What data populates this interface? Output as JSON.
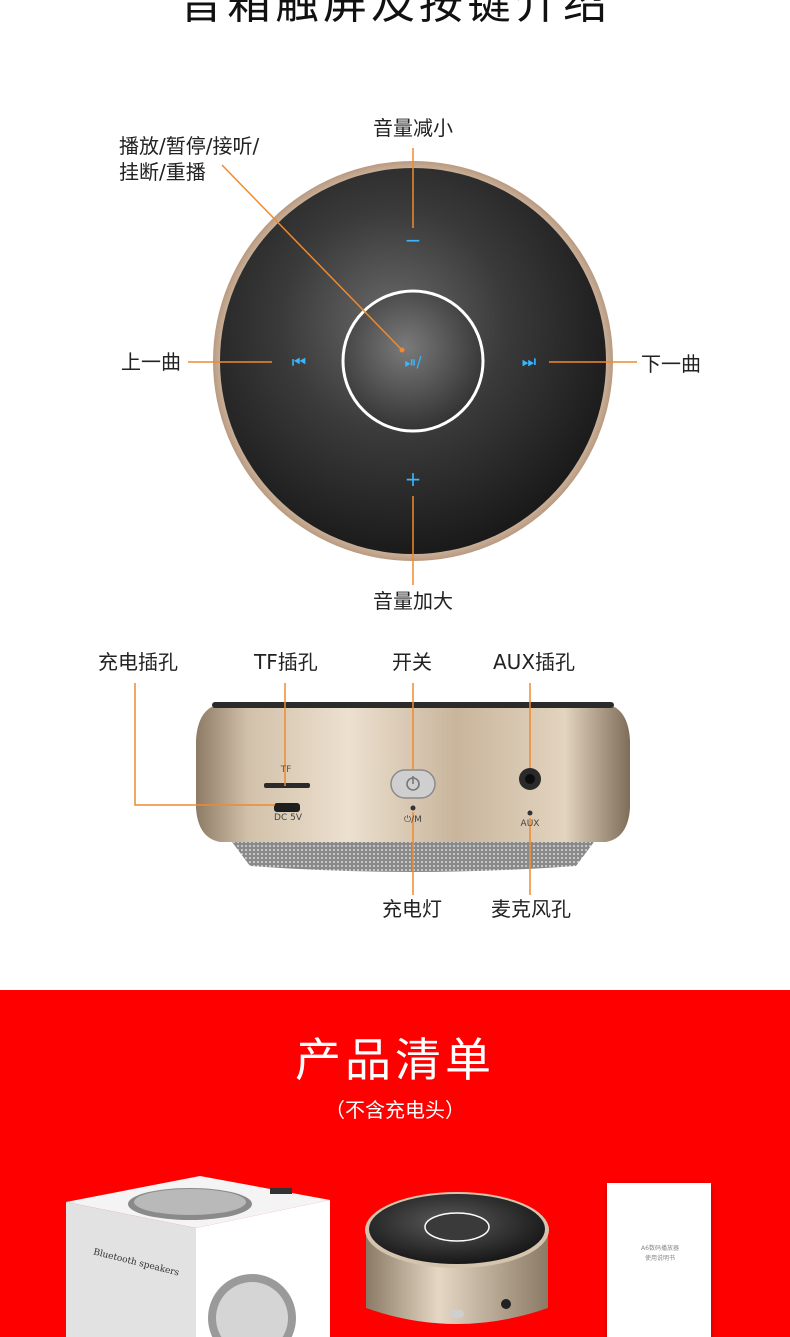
{
  "section1": {
    "title": "音箱触屏及按键介绍"
  },
  "touch_labels": {
    "play_line1": "播放/暂停/接听/",
    "play_line2": "挂断/重播",
    "volume_down": "音量减小",
    "volume_up": "音量加大",
    "prev": "上一曲",
    "next": "下一曲",
    "minus_symbol": "−",
    "plus_symbol": "+",
    "prev_symbol": "⏮",
    "next_symbol": "⏭",
    "play_symbol": "⏯/"
  },
  "port_labels": {
    "charge_port": "充电插孔",
    "tf_port": "TF插孔",
    "switch": "开关",
    "aux_port": "AUX插孔",
    "charge_light": "充电灯",
    "mic_hole": "麦克风孔"
  },
  "device_markings": {
    "tf": "TF",
    "dc": "DC 5V",
    "power": "⏻/M",
    "aux": "AUX"
  },
  "section2": {
    "title": "产品清单",
    "subtitle": "（不含充电头）"
  },
  "package": {
    "box_text": "Bluetooth speakers",
    "manual_line1": "A6数码播放器",
    "manual_line2": "使用说明书"
  },
  "colors": {
    "accent_orange": "#f08a2c",
    "touch_blue": "#38b6ff",
    "red_bg": "#ff0000",
    "gold_ring": "#c9a98a"
  }
}
